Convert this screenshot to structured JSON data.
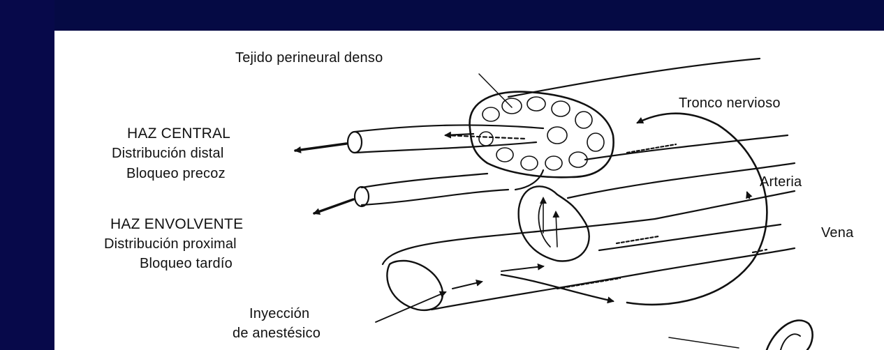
{
  "colors": {
    "slide_background": "#0a0f5a",
    "figure_background": "#ffffff",
    "ink": "#111111"
  },
  "labels": {
    "dense_tissue": "Tejido perineural denso",
    "nerve_trunk": "Tronco nervioso",
    "artery": "Arteria",
    "vein": "Vena",
    "central_bundle": {
      "title": "HAZ CENTRAL",
      "line1": "Distribución distal",
      "line2": "Bloqueo precoz"
    },
    "mantle_bundle": {
      "title": "HAZ ENVOLVENTE",
      "line1": "Distribución proximal",
      "line2": "Bloqueo tardío"
    },
    "injection": {
      "line1": "Inyección",
      "line2": "de anestésico"
    }
  }
}
